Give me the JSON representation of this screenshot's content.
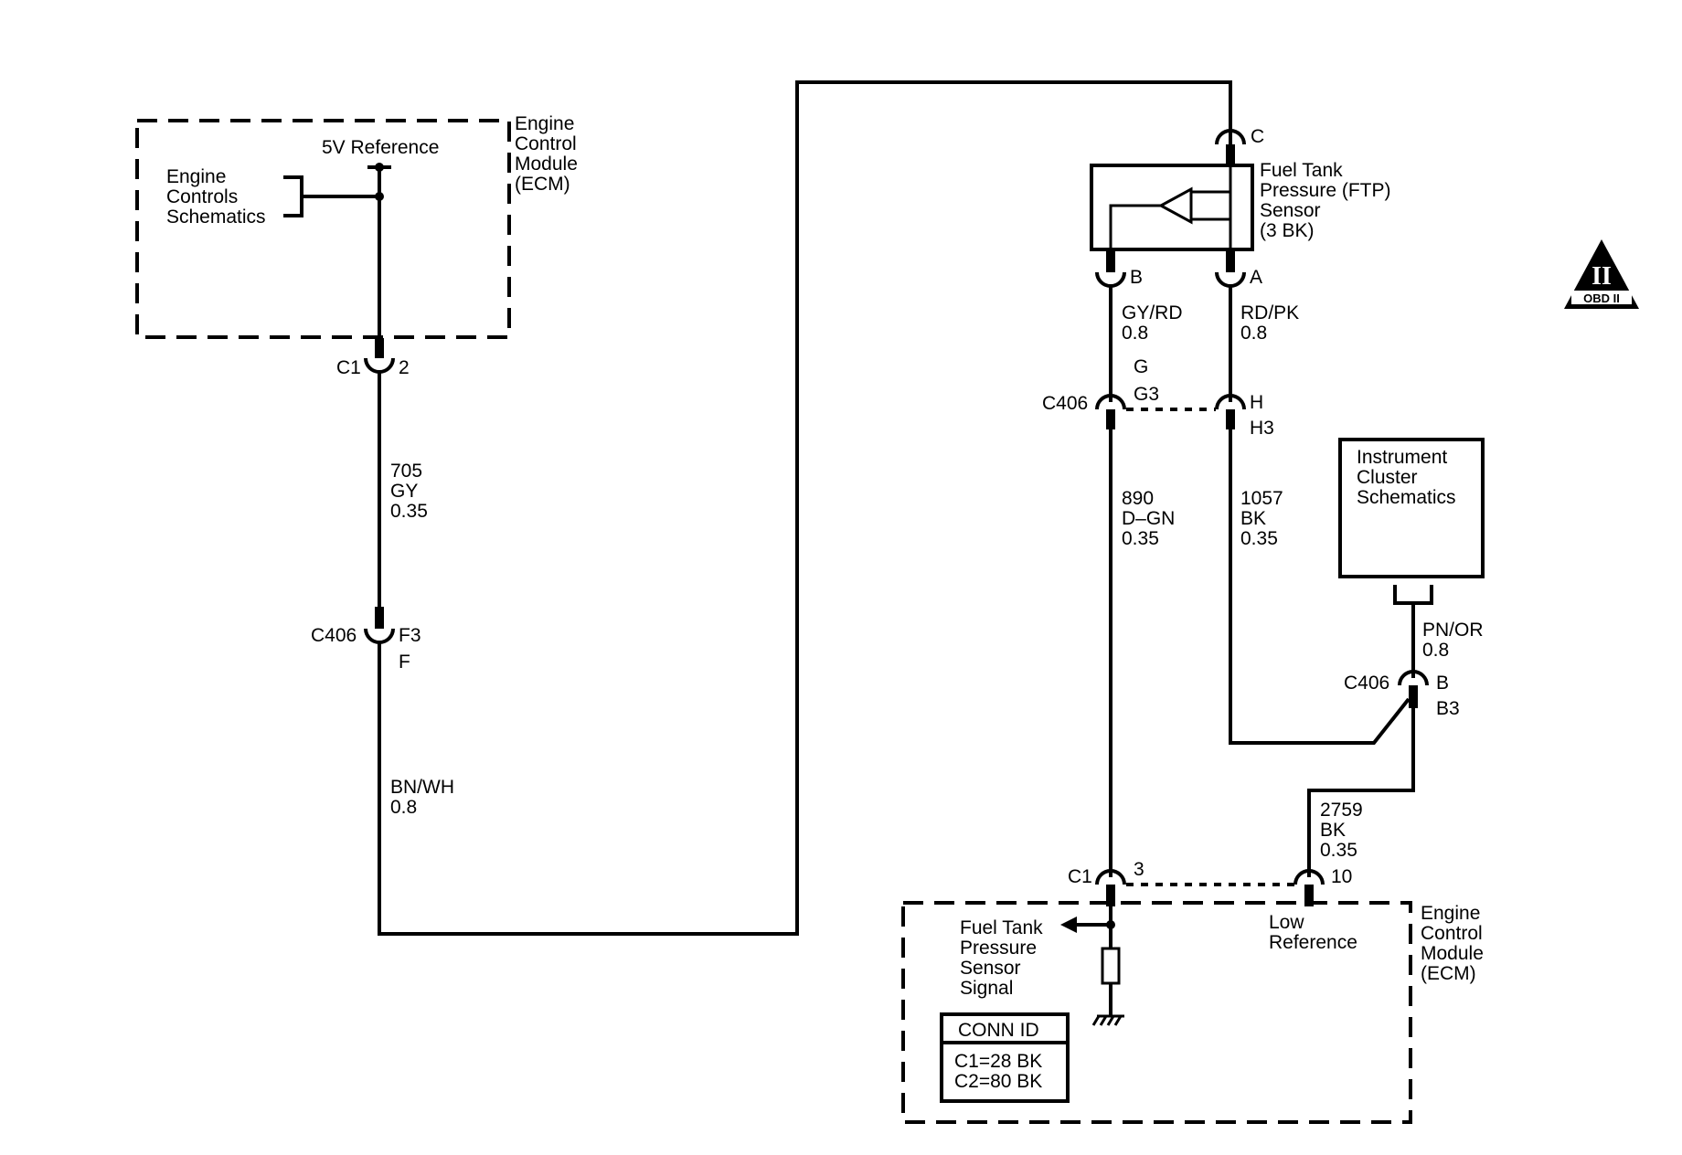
{
  "ecm_top": {
    "title_lines": [
      "Engine",
      "Control",
      "Module",
      "(ECM)"
    ],
    "ref_label": "5V Reference",
    "schem_lines": [
      "Engine",
      "Controls",
      "Schematics"
    ],
    "conn_label": "C1",
    "pin_label": "2"
  },
  "wire_705": [
    "705",
    "GY",
    "0.35"
  ],
  "c406_f": {
    "conn": "C406",
    "pin_top": "F3",
    "pin_bottom": "F"
  },
  "wire_bnwh": [
    "BN/WH",
    "0.8"
  ],
  "ftp_sensor": {
    "lines": [
      "Fuel Tank",
      "Pressure (FTP)",
      "Sensor",
      "(3 BK)"
    ],
    "pin_c": "C",
    "pin_b": "B",
    "pin_a": "A"
  },
  "wire_gyrd": [
    "GY/RD",
    "0.8"
  ],
  "wire_rdpk": [
    "RD/PK",
    "0.8"
  ],
  "c406_gh": {
    "conn": "C406",
    "g": "G",
    "g3": "G3",
    "h": "H",
    "h3": "H3"
  },
  "wire_890": [
    "890",
    "D–GN",
    "0.35"
  ],
  "wire_1057": [
    "1057",
    "BK",
    "0.35"
  ],
  "instrument_cluster": {
    "lines": [
      "Instrument",
      "Cluster",
      "Schematics"
    ]
  },
  "wire_pnor": [
    "PN/OR",
    "0.8"
  ],
  "c406_b": {
    "conn": "C406",
    "pin_top": "B",
    "pin_bottom": "B3"
  },
  "wire_2759": [
    "2759",
    "BK",
    "0.35"
  ],
  "ecm_bottom": {
    "conn_label": "C1",
    "pin_3": "3",
    "pin_10": "10",
    "signal_lines": [
      "Fuel Tank",
      "Pressure",
      "Sensor",
      "Signal"
    ],
    "low_ref_lines": [
      "Low",
      "Reference"
    ],
    "title_lines": [
      "Engine",
      "Control",
      "Module",
      "(ECM)"
    ],
    "conn_id_title": "CONN ID",
    "conn_id_rows": [
      "C1=28 BK",
      "C2=80 BK"
    ]
  },
  "obd_badge": {
    "symbol": "II",
    "label": "OBD II"
  }
}
